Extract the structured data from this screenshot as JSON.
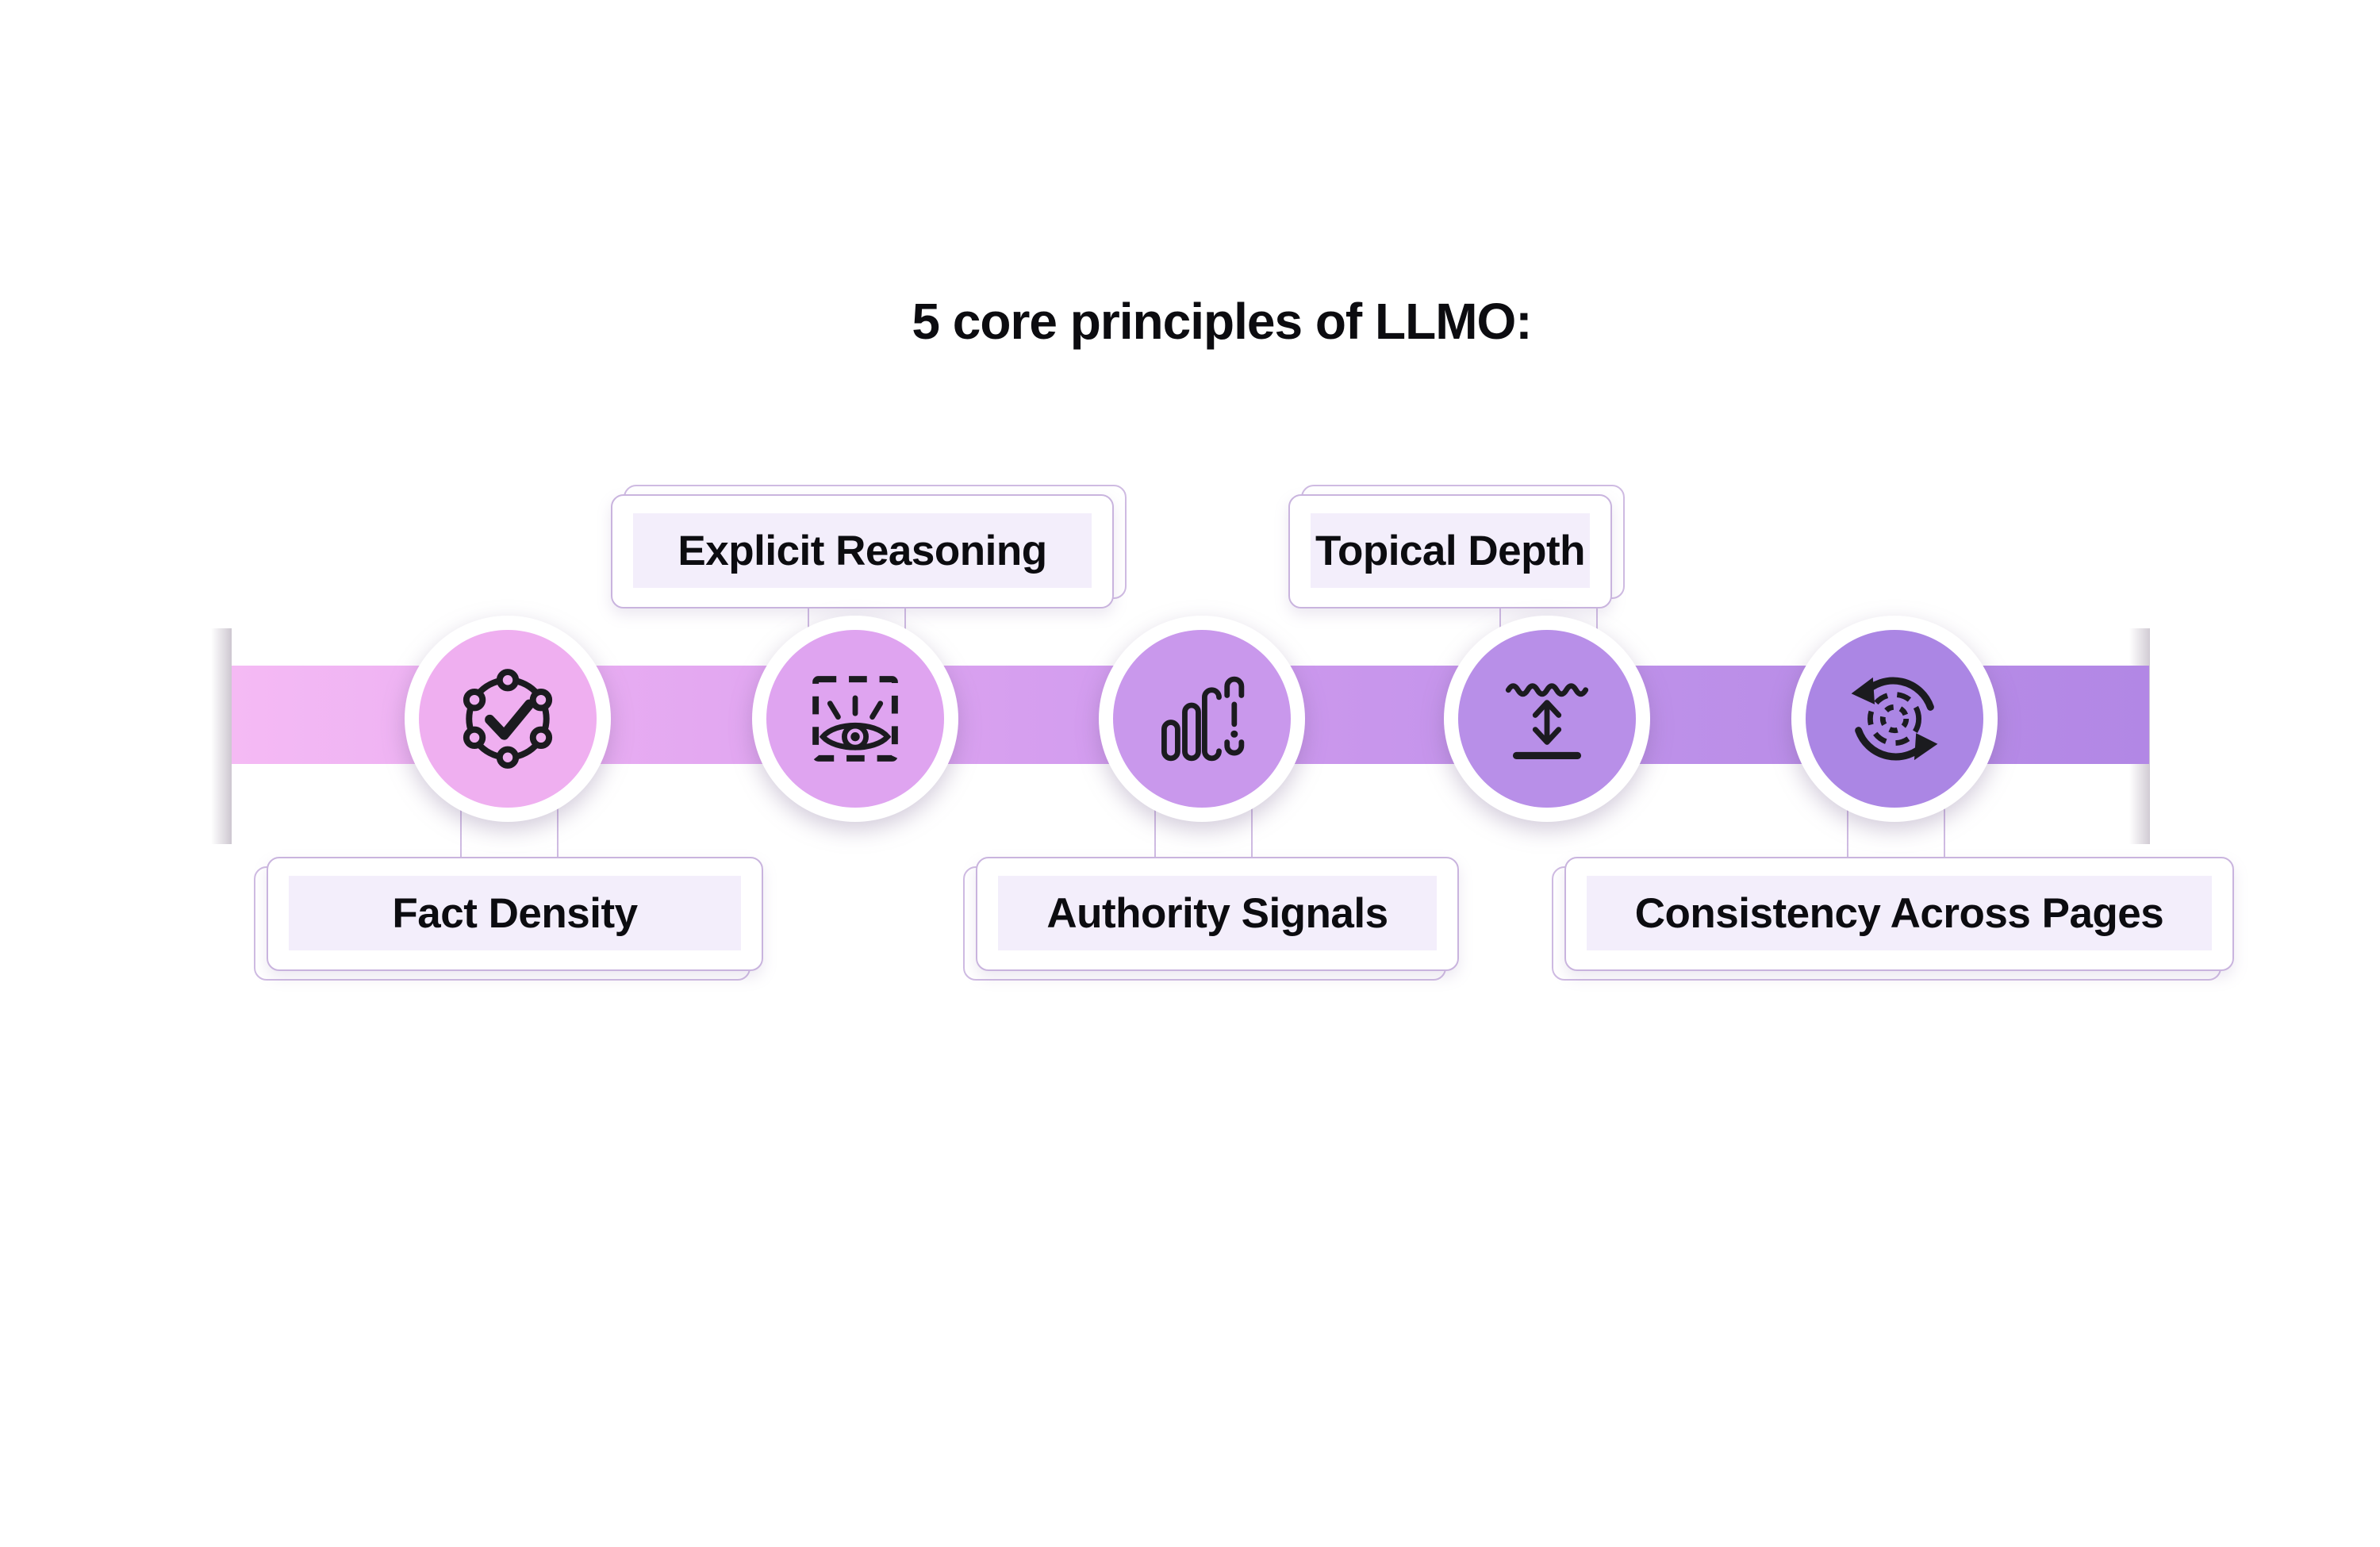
{
  "title": "5 core principles of LLMO:",
  "principles": [
    {
      "label": "Fact Density",
      "icon": "hexagon-network-check-icon",
      "side": "below",
      "circle_color": "#efaff0"
    },
    {
      "label": "Explicit Reasoning",
      "icon": "eye-focus-icon",
      "side": "above",
      "circle_color": "#dfa4f0"
    },
    {
      "label": "Authority Signals",
      "icon": "signal-bars-alert-icon",
      "side": "below",
      "circle_color": "#c998ec"
    },
    {
      "label": "Topical Depth",
      "icon": "depth-gauge-icon",
      "side": "above",
      "circle_color": "#b88fe8"
    },
    {
      "label": "Consistency Across Pages",
      "icon": "sync-cycle-icon",
      "side": "below",
      "circle_color": "#ab86e4"
    }
  ],
  "colors": {
    "background": "#ffffff",
    "bar_gradient_start": "#f5baf4",
    "bar_gradient_end": "#b287e5",
    "label_highlight": "#f3eefb",
    "card_border": "#c9b4de",
    "text": "#0c0c10",
    "icon_stroke": "#1b1b1f"
  }
}
